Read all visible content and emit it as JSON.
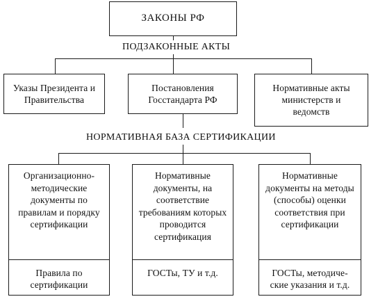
{
  "top": {
    "title": "ЗАКОНЫ РФ"
  },
  "sublaws": {
    "heading": "ПОДЗАКОННЫЕ АКТЫ",
    "boxes": [
      "Указы Президента и\nПравительства",
      "Постановления\nГосстандарта РФ",
      "Нормативные акты\nминистерств и\nведомств"
    ]
  },
  "base": {
    "heading": "НОРМАТИВНАЯ БАЗА СЕРТИФИКАЦИИ",
    "columns": [
      {
        "upper": "Организационно-\nметодические\nдокументы по\nправилам и порядку\nсертификации",
        "lower": "Правила по\nсертификации"
      },
      {
        "upper": "Нормативные\nдокументы, на\nсоответствие\nтребованиям которых\nпроводится\nсертификация",
        "lower": "ГОСТы, ТУ и т.д."
      },
      {
        "upper": "Нормативные\nдокументы на методы\n(способы) оценки\nсоответствия при\nсертификации",
        "lower": "ГОСТы, методиче-\nские указания и т.д."
      }
    ]
  }
}
